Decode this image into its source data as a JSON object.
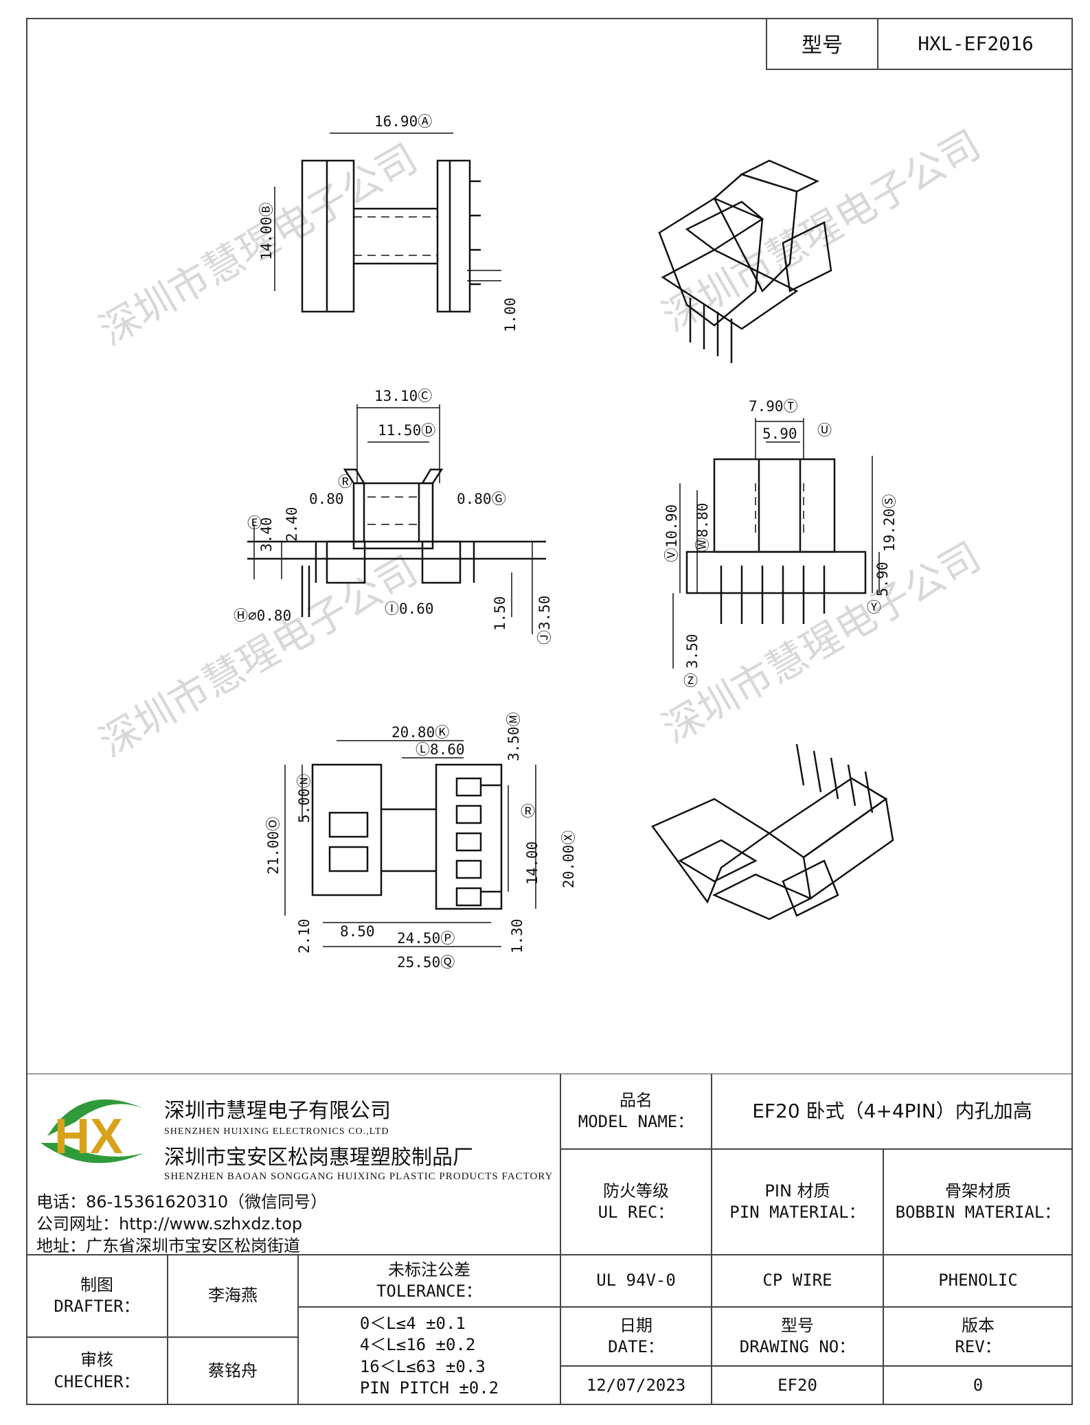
{
  "header": {
    "model_label": "型号",
    "model_value": "HXL-EF2016"
  },
  "drawing": {
    "watermark": "深圳市慧瑆电子公司",
    "dims": {
      "a": "16.90Ⓐ",
      "b": "14.00Ⓑ",
      "c": "1.00",
      "d1": "13.10Ⓒ",
      "d2": "11.50Ⓓ",
      "e": "3.40",
      "e_letter": "Ⓔ",
      "f1": "2.40",
      "r": "Ⓡ",
      "r_val": "0.80",
      "g": "0.80Ⓖ",
      "h": "Ⓗ⌀0.80",
      "i": "Ⓘ0.60",
      "j1": "1.50",
      "j2": "Ⓙ3.50",
      "t1": "7.90Ⓣ",
      "t2": "5.90",
      "t2_letter": "Ⓤ",
      "v1": "Ⓥ10.90",
      "w1": "Ⓦ8.80",
      "s1": "19.20Ⓢ",
      "y1": "5.90",
      "y_letter": "Ⓨ",
      "z1": "3.50",
      "z_letter": "Ⓩ",
      "k": "20.80Ⓚ",
      "l": "Ⓛ8.60",
      "m": "3.50Ⓜ",
      "n": "5.00Ⓝ",
      "o": "21.00Ⓞ",
      "r2": "Ⓡ",
      "r2_val": "14.00",
      "x": "20.00Ⓧ",
      "p0": "2.10",
      "p1": "8.50",
      "p": "24.50Ⓟ",
      "q": "25.50Ⓠ",
      "q2": "1.30"
    }
  },
  "company": {
    "name_cn": "深圳市慧瑆电子有限公司",
    "name_en": "SHENZHEN HUIXING ELECTRONICS CO.,LTD",
    "factory_cn": "深圳市宝安区松岗惠瑆塑胶制品厂",
    "factory_en": "SHENZHEN BAOAN SONGGANG HUIXING PLASTIC PRODUCTS FACTORY",
    "phone": "电话：86-15361620310（微信同号）",
    "website": "公司网址：http://www.szhxdz.top",
    "address": "地址：广东省深圳市宝安区松岗街道",
    "logo": "HX"
  },
  "model_name": {
    "label_cn": "品名",
    "label_en": "MODEL NAME：",
    "value": "EF20 卧式（4+4PIN）内孔加高"
  },
  "fire": {
    "label_cn": "防火等级",
    "label_en": "UL REC：",
    "value": "UL 94V-0"
  },
  "pin_material": {
    "label_cn": "PIN 材质",
    "label_en": "PIN MATERIAL：",
    "value": "CP WIRE"
  },
  "bobbin_material": {
    "label_cn": "骨架材质",
    "label_en": "BOBBIN MATERIAL：",
    "value": "PHENOLIC"
  },
  "drafter": {
    "label_cn": "制图",
    "label_en": "DRAFTER：",
    "value": "李海燕"
  },
  "checker": {
    "label_cn": "审核",
    "label_en": "CHECHER：",
    "value": "蔡铭舟"
  },
  "tolerance": {
    "label_cn": "未标注公差",
    "label_en": "TOLERANCE：",
    "lines": [
      "0＜L≤4  ±0.1",
      "4＜L≤16 ±0.2",
      "16＜L≤63 ±0.3",
      "PIN PITCH ±0.2"
    ]
  },
  "date": {
    "label_cn": "日期",
    "label_en": "DATE：",
    "value": "12/07/2023"
  },
  "drawing_no": {
    "label_cn": "型号",
    "label_en": "DRAWING NO：",
    "value": "EF20"
  },
  "rev": {
    "label_cn": "版本",
    "label_en": "REV：",
    "value": "0"
  }
}
